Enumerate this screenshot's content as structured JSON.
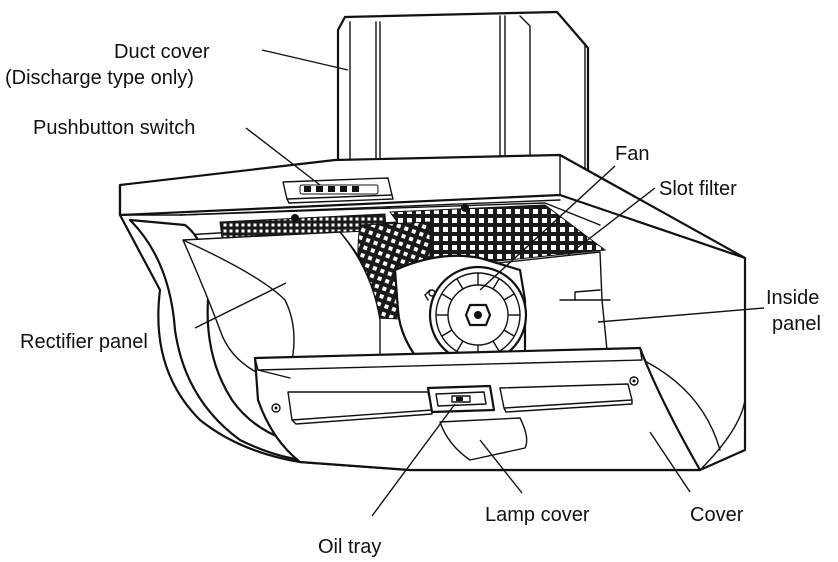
{
  "labels": {
    "duct_cover_line1": "Duct cover",
    "duct_cover_line2": "(Discharge type only)",
    "pushbutton_switch": "Pushbutton switch",
    "fan": "Fan",
    "slot_filter": "Slot filter",
    "inside_panel_line1": "Inside",
    "inside_panel_line2": "panel",
    "rectifier_panel": "Rectifier panel",
    "lamp_cover": "Lamp cover",
    "cover": "Cover",
    "oil_tray": "Oil tray"
  },
  "colors": {
    "line": "#111111",
    "background": "#ffffff"
  }
}
